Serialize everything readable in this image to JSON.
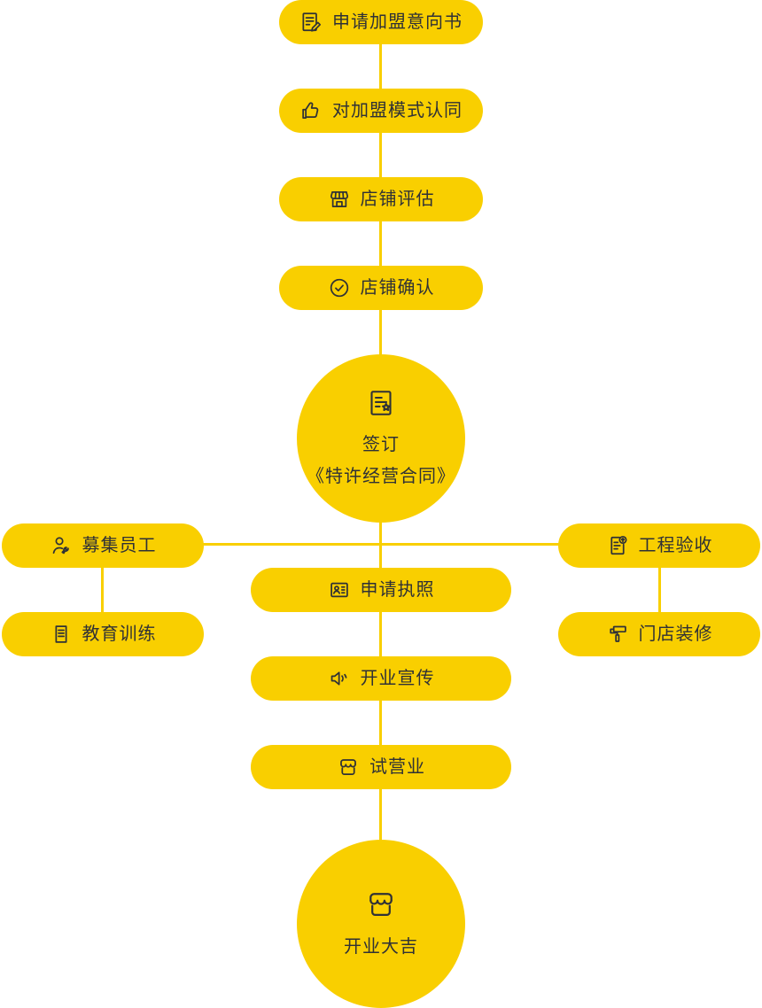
{
  "colors": {
    "node_yellow": "#F9CF00",
    "text_dark": "#2F3136",
    "background": "#FFFFFF"
  },
  "nodes": {
    "apply_intent": {
      "label": "申请加盟意向书",
      "icon": "document-edit-icon"
    },
    "agree_model": {
      "label": "对加盟模式认同",
      "icon": "thumbs-up-icon"
    },
    "store_evaluation": {
      "label": "店铺评估",
      "icon": "storefront-striped-icon"
    },
    "store_confirm": {
      "label": "店铺确认",
      "icon": "check-circle-icon"
    },
    "sign_contract": {
      "line1": "签订",
      "line2": "《特许经营合同》",
      "icon": "contract-seal-icon"
    },
    "recruit_staff": {
      "label": "募集员工",
      "icon": "person-wrench-icon"
    },
    "training": {
      "label": "教育训练",
      "icon": "notebook-icon"
    },
    "inspection": {
      "label": "工程验收",
      "icon": "document-badge-icon"
    },
    "decoration": {
      "label": "门店装修",
      "icon": "paint-roller-icon"
    },
    "apply_license": {
      "label": "申请执照",
      "icon": "id-card-icon"
    },
    "opening_publicity": {
      "label": "开业宣传",
      "icon": "megaphone-icon"
    },
    "trial_operation": {
      "label": "试营业",
      "icon": "shop-awning-icon"
    },
    "grand_opening": {
      "label": "开业大吉",
      "icon": "shop-awning-icon"
    }
  }
}
